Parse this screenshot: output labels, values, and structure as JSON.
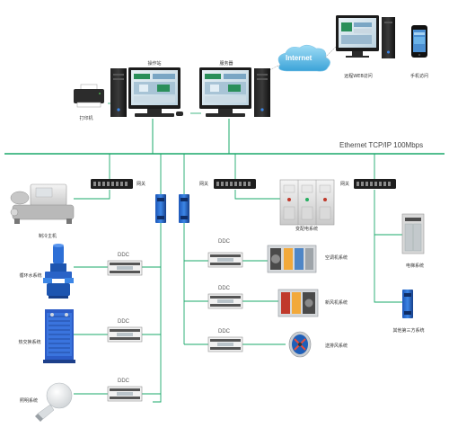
{
  "network": {
    "ethernet_label": "Ethernet TCP/IP 100Mbps",
    "internet_label": "Internet",
    "colors": {
      "line": "#1aa86a",
      "accent": "#2fa7e0"
    }
  },
  "top": {
    "workstation_label": "操作站",
    "server_label": "服务器",
    "printer_label": "打印机",
    "remote_web_label": "远程WEB访问",
    "mobile_label": "手机访问"
  },
  "gateways": {
    "gateway_label": "网关"
  },
  "ddc": {
    "label": "DDC"
  },
  "systems": {
    "chiller": "制冷主机",
    "pump": "循环水系统",
    "heat_exchange": "热交换系统",
    "lighting": "照明系统",
    "ac": "空调机系统",
    "fresh_air": "新风机系统",
    "exhaust": "送排风系统",
    "power": "变配电系统",
    "elevator": "电梯系统",
    "other": "其他第三方系统"
  }
}
